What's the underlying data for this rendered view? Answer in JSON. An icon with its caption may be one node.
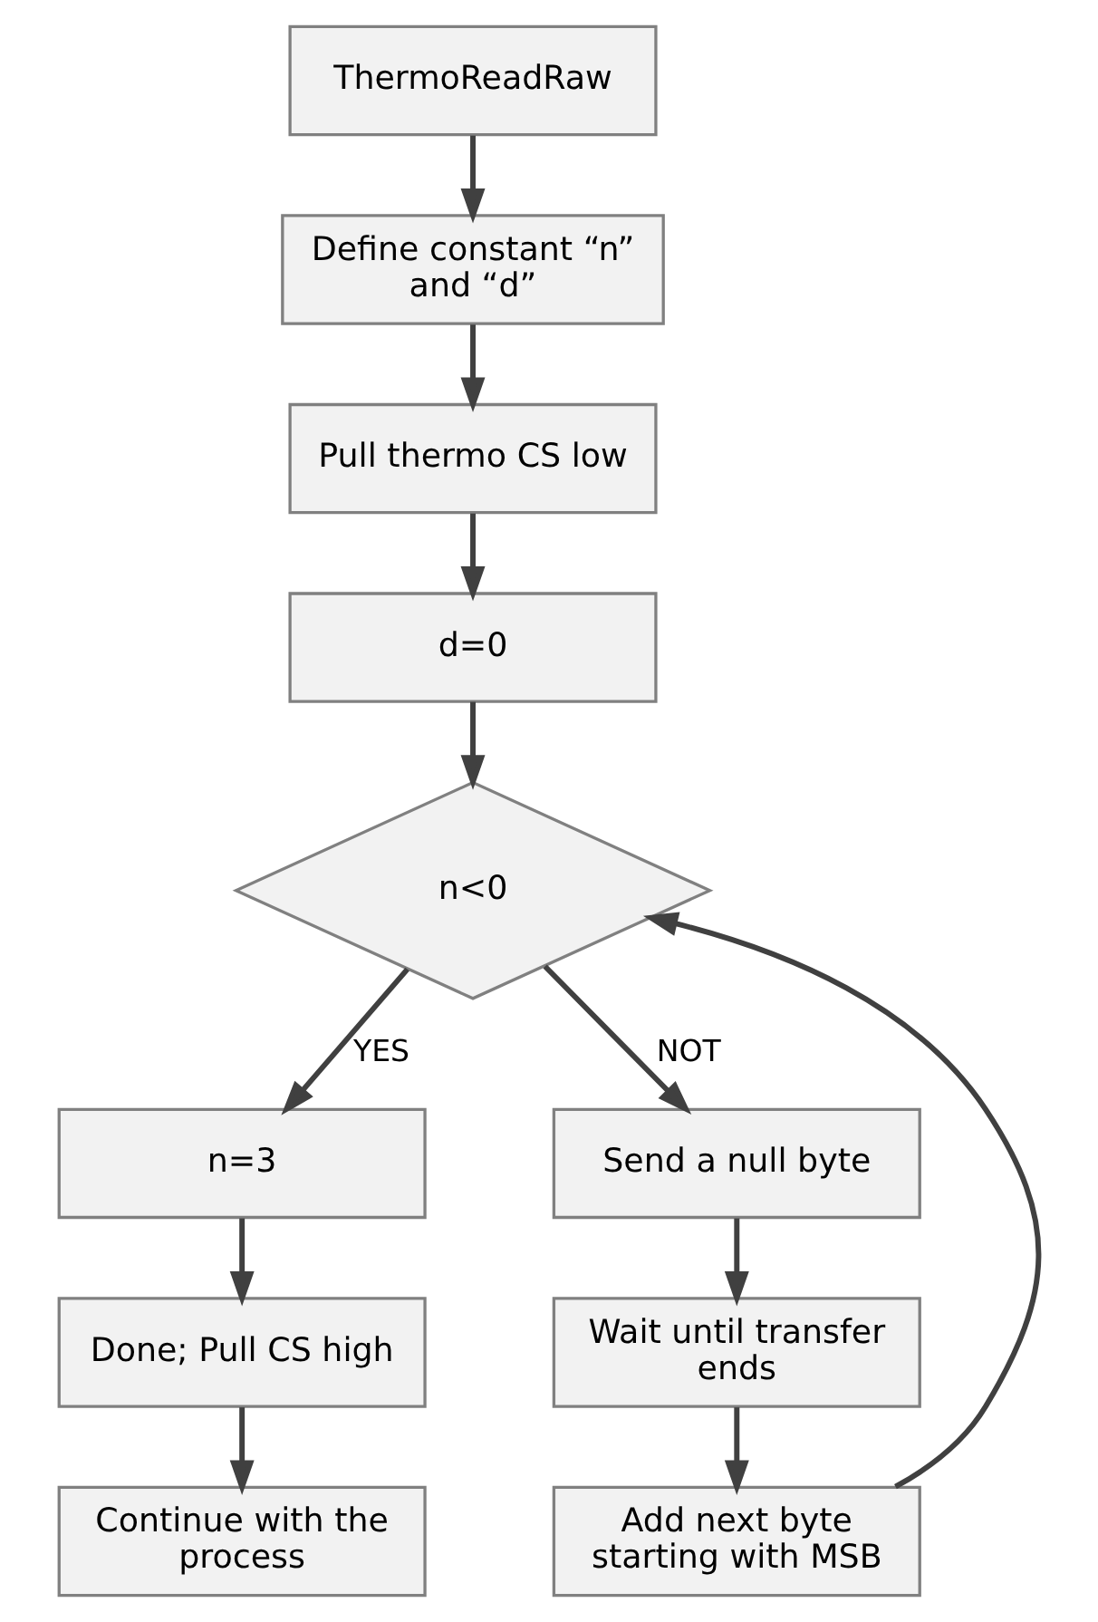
{
  "diagram": {
    "nodes": [
      {
        "text": [
          "ThermoReadRaw"
        ]
      },
      {
        "text": [
          "Define constant “n” and “d”"
        ]
      },
      {
        "text": [
          "Pull thermo CS low"
        ]
      },
      {
        "text": [
          "d=0"
        ]
      },
      {
        "text": [
          "n<0"
        ]
      },
      {
        "text": [
          "n=3"
        ]
      },
      {
        "text": [
          "Done; Pull CS high"
        ]
      },
      {
        "text": [
          "Continue with the process"
        ]
      },
      {
        "text": [
          "Send a null byte"
        ]
      },
      {
        "text": [
          "Wait until transfer ends"
        ]
      },
      {
        "text": [
          "Add next byte starting with MSB"
        ]
      }
    ],
    "edges": [
      {
        "from": 0,
        "to": 1,
        "arrow": "to"
      },
      {
        "from": 1,
        "to": 2,
        "arrow": "to"
      },
      {
        "from": 2,
        "to": 3,
        "arrow": "to"
      },
      {
        "from": 3,
        "to": 4,
        "arrow": "to"
      },
      {
        "from": 4,
        "to": 5,
        "arrow": "to",
        "label": "YES"
      },
      {
        "from": 5,
        "to": 6,
        "arrow": "to"
      },
      {
        "from": 6,
        "to": 7,
        "arrow": "to"
      },
      {
        "from": 4,
        "to": 8,
        "arrow": "to",
        "label": "NOT"
      },
      {
        "from": 8,
        "to": 9,
        "arrow": "to"
      },
      {
        "from": 9,
        "to": 10,
        "arrow": "to"
      },
      {
        "from": 10,
        "to": 4,
        "arrow": "to"
      }
    ]
  }
}
